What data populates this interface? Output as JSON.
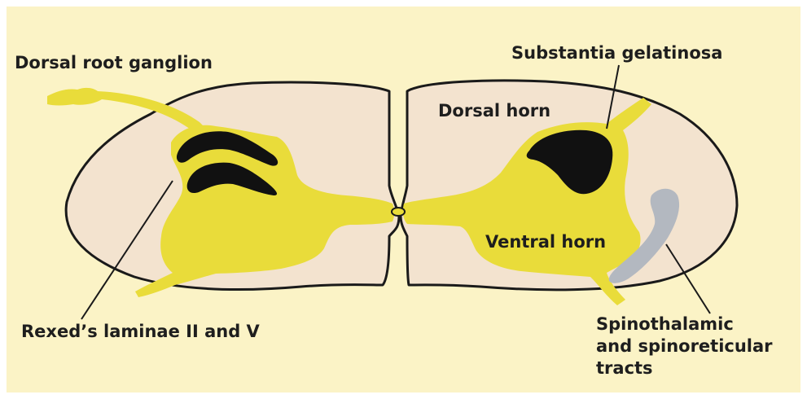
{
  "labels": {
    "dorsal_root_ganglion": "Dorsal root ganglion",
    "substantia_gelatinosa": "Substantia gelatinosa",
    "dorsal_horn": "Dorsal horn",
    "ventral_horn": "Ventral horn",
    "rexed_laminae": "Rexed’s laminae II and V",
    "tracts_line1": "Spinothalamic",
    "tracts_line2": "and spinoreticular",
    "tracts_line3": "tracts"
  },
  "colors": {
    "background": "#fbf3c6",
    "white_matter": "#f3e3cf",
    "grey_matter": "#e9dc3a",
    "laminae": "#111111",
    "tract": "#b3b8c0",
    "outline": "#1a1a1a"
  }
}
